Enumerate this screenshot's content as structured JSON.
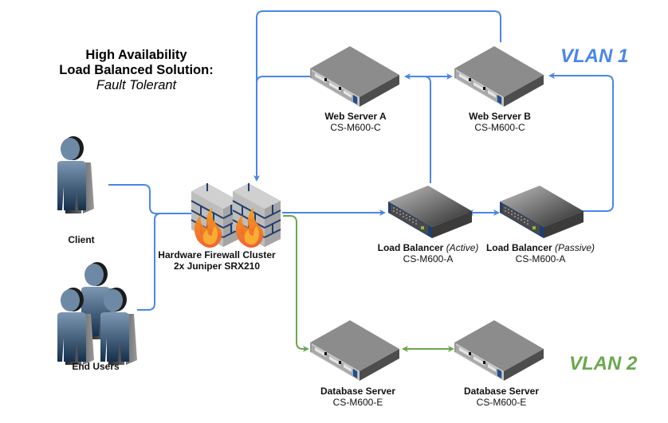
{
  "title": {
    "line1": "High Availability",
    "line2": "Load Balanced Solution:",
    "line3": "Fault Tolerant"
  },
  "vlans": [
    {
      "label": "VLAN 1",
      "color": "#4a86e8"
    },
    {
      "label": "VLAN 2",
      "color": "#6aa84f"
    }
  ],
  "colors": {
    "vlan1_link": "#4a86e8",
    "vlan2_link": "#6aa84f",
    "user_icon": "#2d4d6e",
    "server_body": "#8a8a8a",
    "switch_accent": "#1f3f6e",
    "flame": "#f4702a"
  },
  "nodes": {
    "client": {
      "name": "Client"
    },
    "end_users": {
      "name": "End Users"
    },
    "firewall": {
      "name": "Hardware Firewall Cluster",
      "model": "2x Juniper SRX210"
    },
    "web_a": {
      "name": "Web Server A",
      "model": "CS-M600-C"
    },
    "web_b": {
      "name": "Web Server B",
      "model": "CS-M600-C"
    },
    "lb_active": {
      "name": "Load Balancer",
      "state": "(Active)",
      "model": "CS-M600-A"
    },
    "lb_passive": {
      "name": "Load Balancer",
      "state": "(Passive)",
      "model": "CS-M600-A"
    },
    "db_a": {
      "name": "Database Server",
      "model": "CS-M600-E"
    },
    "db_b": {
      "name": "Database Server",
      "model": "CS-M600-E"
    }
  }
}
